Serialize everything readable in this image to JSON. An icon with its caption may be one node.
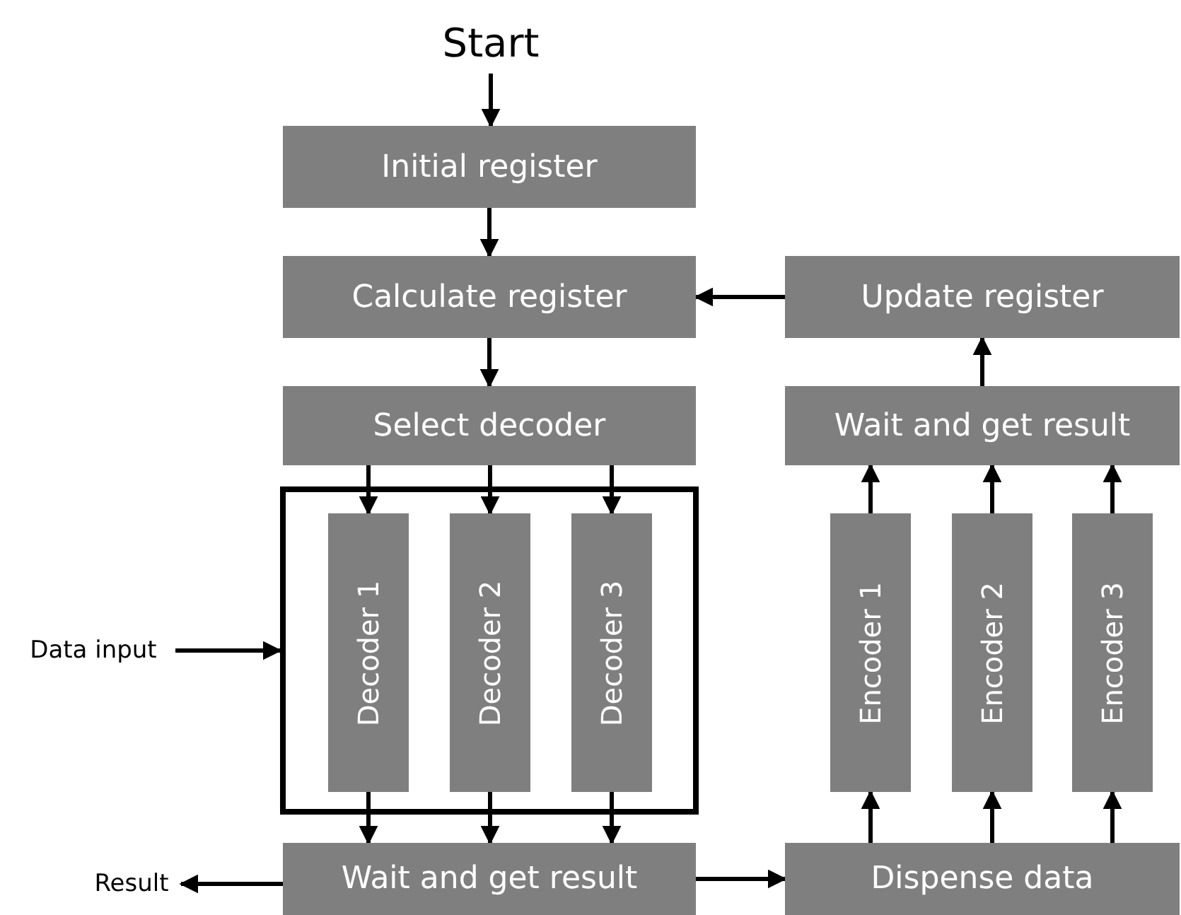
{
  "diagram": {
    "nodes": [
      {
        "text": [
          "Start"
        ]
      },
      {
        "text": [
          "Initial register"
        ]
      },
      {
        "text": [
          "Calculate register"
        ]
      },
      {
        "text": [
          "Update register"
        ]
      },
      {
        "text": [
          "Select decoder"
        ]
      },
      {
        "text": [
          "Wait and get result"
        ]
      },
      {
        "text": [],
        "shape": "box"
      },
      {
        "text": [
          "Decoder 1"
        ],
        "in": 6
      },
      {
        "text": [
          "Decoder 2"
        ],
        "in": 6
      },
      {
        "text": [
          "Decoder 3"
        ],
        "in": 6
      },
      {
        "text": [
          "Encoder 1"
        ]
      },
      {
        "text": [
          "Encoder 2"
        ]
      },
      {
        "text": [
          "Encoder 3"
        ]
      },
      {
        "text": [
          "Data input"
        ]
      },
      {
        "text": [
          "Result"
        ]
      },
      {
        "text": [
          "Wait and get result"
        ]
      },
      {
        "text": [
          "Dispense data"
        ]
      }
    ],
    "edges": [
      {
        "from": 0,
        "to": 1,
        "arrow": "to"
      },
      {
        "from": 1,
        "to": 2,
        "arrow": "to"
      },
      {
        "from": 3,
        "to": 2,
        "arrow": "to"
      },
      {
        "from": 2,
        "to": 4,
        "arrow": "to"
      },
      {
        "from": 5,
        "to": 3,
        "arrow": "to"
      },
      {
        "from": 4,
        "to": 7,
        "arrow": "to"
      },
      {
        "from": 4,
        "to": 8,
        "arrow": "to"
      },
      {
        "from": 4,
        "to": 9,
        "arrow": "to"
      },
      {
        "from": 13,
        "to": 6,
        "arrow": "to"
      },
      {
        "from": 7,
        "to": 15,
        "arrow": "to"
      },
      {
        "from": 8,
        "to": 15,
        "arrow": "to"
      },
      {
        "from": 9,
        "to": 15,
        "arrow": "to"
      },
      {
        "from": 15,
        "to": 14,
        "arrow": "to"
      },
      {
        "from": 15,
        "to": 16,
        "arrow": "to"
      },
      {
        "from": 16,
        "to": 10,
        "arrow": "to"
      },
      {
        "from": 16,
        "to": 11,
        "arrow": "to"
      },
      {
        "from": 16,
        "to": 12,
        "arrow": "to"
      },
      {
        "from": 10,
        "to": 5,
        "arrow": "to"
      },
      {
        "from": 11,
        "to": 5,
        "arrow": "to"
      },
      {
        "from": 12,
        "to": 5,
        "arrow": "to"
      }
    ]
  }
}
